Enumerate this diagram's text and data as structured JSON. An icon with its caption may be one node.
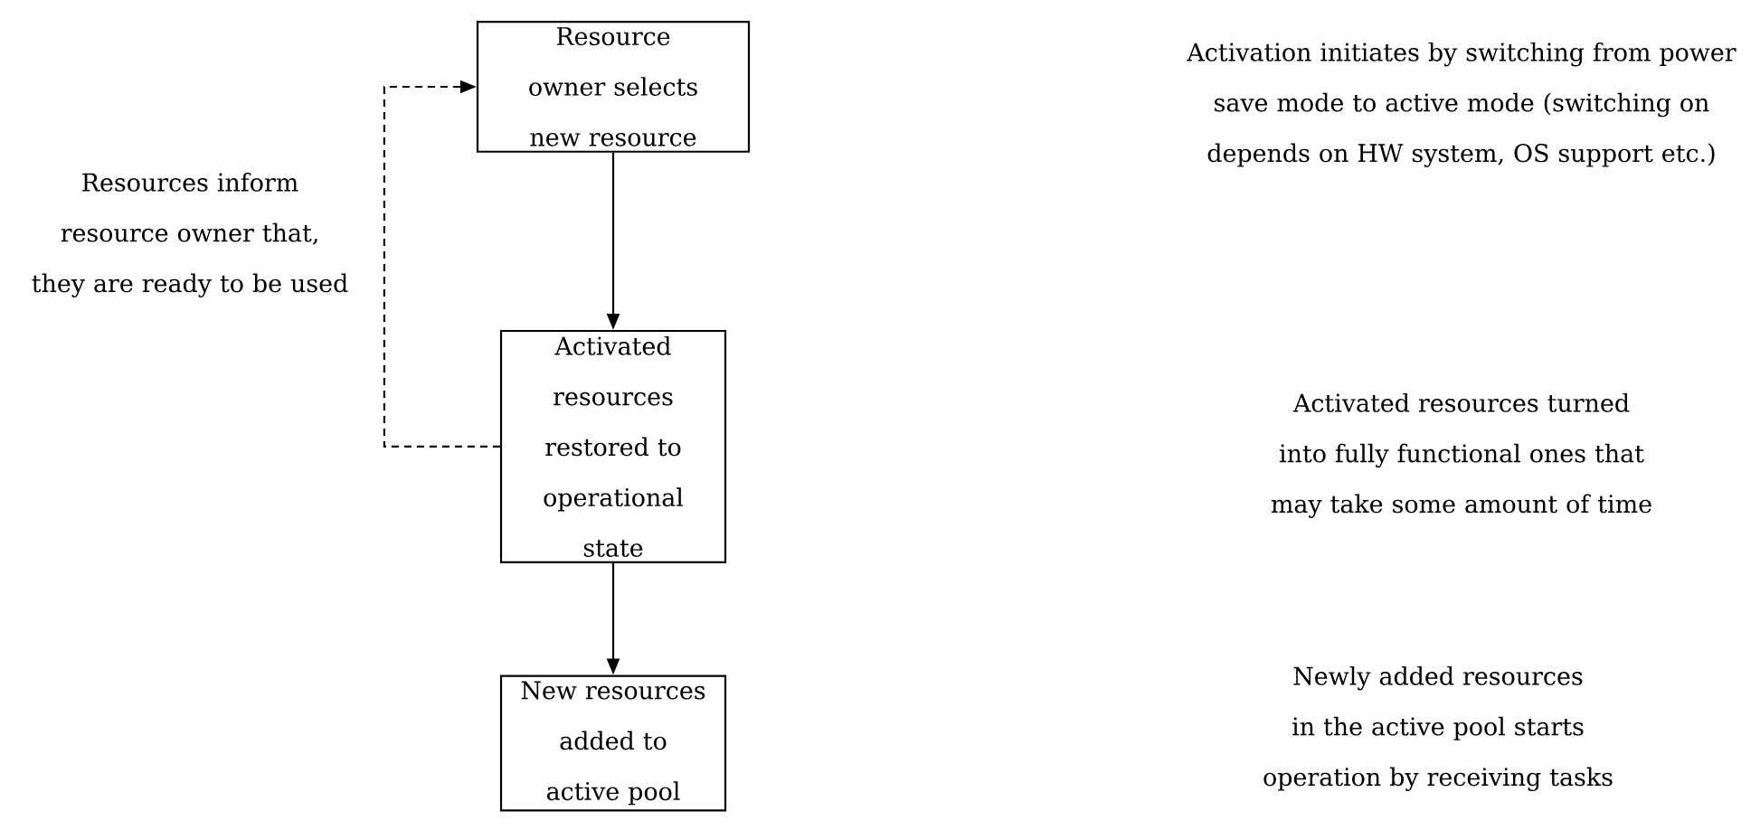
{
  "diagram": {
    "nodes": [
      {
        "text": [
          "Resource owner selects new resource"
        ]
      },
      {
        "text": [
          "Activated resources restored to operational state"
        ]
      },
      {
        "text": [
          "New resources added to active pool"
        ]
      }
    ],
    "edges": [
      {
        "from": 0,
        "to": 1,
        "arrow": "to"
      },
      {
        "from": 1,
        "to": 2,
        "arrow": "to"
      },
      {
        "from": 1,
        "to": 0,
        "arrow": "to",
        "style": "dashed",
        "label": "Resources inform resource owner that, they are ready to be used"
      }
    ],
    "labels": [
      "Activation initiates by switching from power save mode to active mode (switching on depends on HW system, OS support etc.)",
      "Activated resources turned into fully functional ones that may take some amount of time",
      "Newly added resources in the active pool starts operation by receiving tasks"
    ]
  }
}
